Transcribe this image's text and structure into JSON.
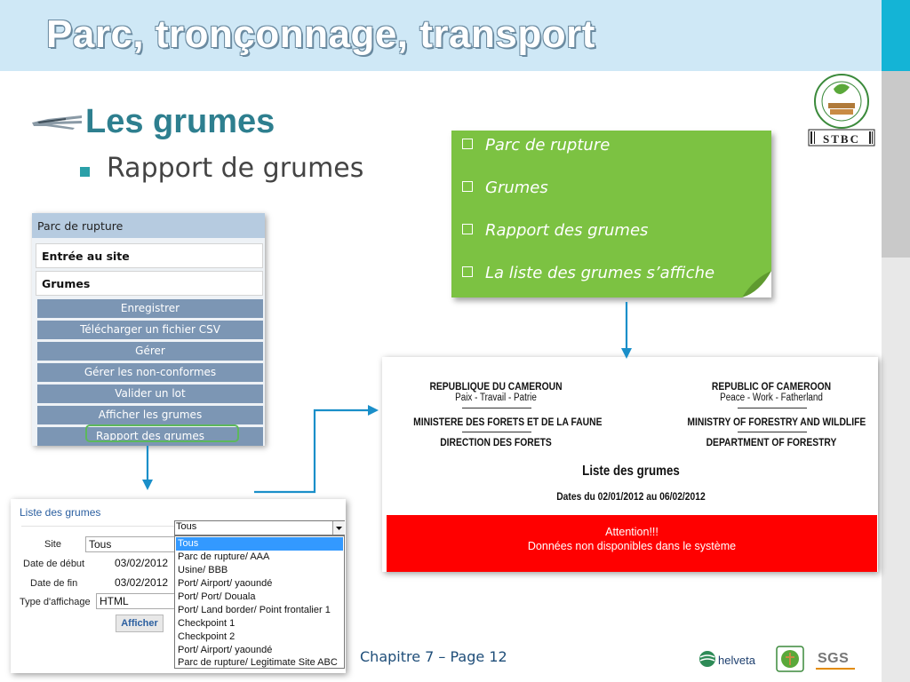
{
  "slide": {
    "title": "Parc, tronçonnage, transport",
    "heading": "Les grumes",
    "subheading": "Rapport de grumes",
    "logo_text": "STBC",
    "footer": "Chapitre 7 – Page 12",
    "helveta_label": "helveta",
    "sgs_label": "SGS"
  },
  "note": {
    "items": [
      "Parc de rupture",
      "Grumes",
      "Rapport des grumes",
      "La liste des grumes s’affiche"
    ]
  },
  "menu": {
    "header": "Parc de rupture",
    "sections": [
      "Entrée au site",
      "Grumes"
    ],
    "buttons": [
      "Enregistrer",
      "Télécharger un fichier CSV",
      "Gérer",
      "Gérer les non-conformes",
      "Valider un lot",
      "Afficher les grumes",
      "Rapport des grumes"
    ]
  },
  "form": {
    "title": "Liste des grumes",
    "site_label": "Site",
    "site_value": "Tous",
    "start_label": "Date de début",
    "start_value": "03/02/2012",
    "end_label": "Date de fin",
    "end_value": "03/02/2012",
    "type_label": "Type d'affichage",
    "type_value": "HTML",
    "submit": "Afficher",
    "dropdown_selected": "Tous",
    "dropdown_options": [
      "Tous",
      "Parc de rupture/ AAA",
      "Usine/ BBB",
      "Port/ Airport/ yaoundé",
      "Port/ Port/ Douala",
      "Port/ Land border/ Point frontalier 1",
      "Checkpoint 1",
      "Checkpoint 2",
      "Port/ Airport/ yaoundé",
      "Parc de rupture/ Legitimate Site ABC"
    ]
  },
  "report": {
    "left_country": "REPUBLIQUE DU CAMEROUN",
    "left_motto": "Paix - Travail - Patrie",
    "left_ministry": "MINISTERE DES FORETS ET DE LA FAUNE",
    "left_direction": "DIRECTION DES FORETS",
    "right_country": "REPUBLIC OF CAMEROON",
    "right_motto": "Peace - Work - Fatherland",
    "right_ministry": "MINISTRY OF FORESTRY AND WILDLIFE",
    "right_direction": "DEPARTMENT OF FORESTRY",
    "title": "Liste des grumes",
    "dates": "Dates du 02/01/2012 au 06/02/2012",
    "alert_title": "Attention!!!",
    "alert_text": "Données non disponibles dans le système"
  },
  "colors": {
    "header_band": "#cfe8f6",
    "accent_teal": "#2e7f8f",
    "note_green": "#7cc242",
    "menu_button": "#7c96b4",
    "alert_red": "#ff0000",
    "arrow_blue": "#1a8fc9"
  }
}
